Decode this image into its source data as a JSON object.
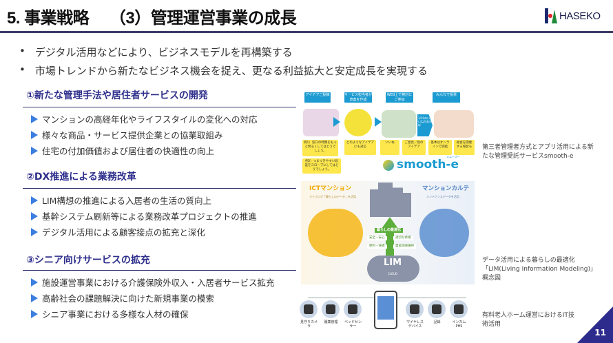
{
  "header": {
    "title": "5. 事業戦略　 （3）管理運営事業の成長",
    "logo_text": "HASEKO"
  },
  "bullets": [
    "デジタル活用などにより、ビジネスモデルを再構築する",
    "市場トレンドから新たなビジネス機会を捉え、更なる利益拡大と安定成長を実現する"
  ],
  "sections": [
    {
      "heading": "①新たな管理手法や居住者サービスの開発",
      "items": [
        "マンションの高経年化やライフスタイルの変化への対応",
        "様々な商品・サービス提供企業との協業取組み",
        "住宅の付加価値および居住者の快適性の向上"
      ]
    },
    {
      "heading": "②DX推進による業務改革",
      "items": [
        " LIM構想の推進による入居者の生活の質向上",
        "基幹システム刷新等による業務改革プロジェクトの推進",
        "デジタル活用による顧客接点の拡充と深化"
      ]
    },
    {
      "heading": "③シニア向けサービスの拡充",
      "items": [
        "施設運営事業における介護保険外収入・入居者サービス拡充",
        "高齢社会の課題解決に向けた新規事業の模索",
        "シニア事業における多様な人材の確保"
      ]
    }
  ],
  "smooth_e": {
    "steps": [
      "アイデアご投稿",
      "サービス担当者が草案を作成",
      "WEB上で検討にご参加",
      "みんなで投票"
    ],
    "notes": [
      "例1）窓口の時間をもっと明るくしてはどうでしょう。",
      "どのようなアイデアにも対応",
      "いいね",
      "ご意見／別のアイデア",
      "1/10のいいねがあれば",
      "基本はオンラインで完結",
      "総会を開催する場合も",
      "例2）つまづきやすい段差をスロープにしてはどうでしょう。"
    ],
    "brand": "smooth-e",
    "brand_kana": "スムーズー"
  },
  "lim": {
    "left_title": "ICTマンション",
    "left_sub": "ライフログ「暮らしのデータ」を活用",
    "right_title": "マンションカルテ",
    "right_sub": "メンテナンスデータを活用",
    "center": "暮らしの最適化",
    "values": [
      "安全・安心",
      "適切な修繕",
      "便利・快適",
      "資産価値維持"
    ],
    "cloud": "LIM",
    "cloud_sub": "CLOUD"
  },
  "it": {
    "devices": [
      "見守りカメラ",
      "服薬管理",
      "ベッドセンサー",
      "ワイヤレスデバイス",
      "記録",
      "インカムPHS"
    ]
  },
  "captions": [
    "第三者管理者方式とアプリ活用による新たな管理受託サービスsmooth-e",
    "データ活用による暮らしの最適化「LIM(Living Information Modeling)」概念図",
    "有料老人ホーム運営におけるIT技術活用"
  ],
  "page_number": "11",
  "colors": {
    "accent": "#2e2f8c",
    "arrow": "#3c7ee0",
    "rule": "#3d3c66"
  }
}
